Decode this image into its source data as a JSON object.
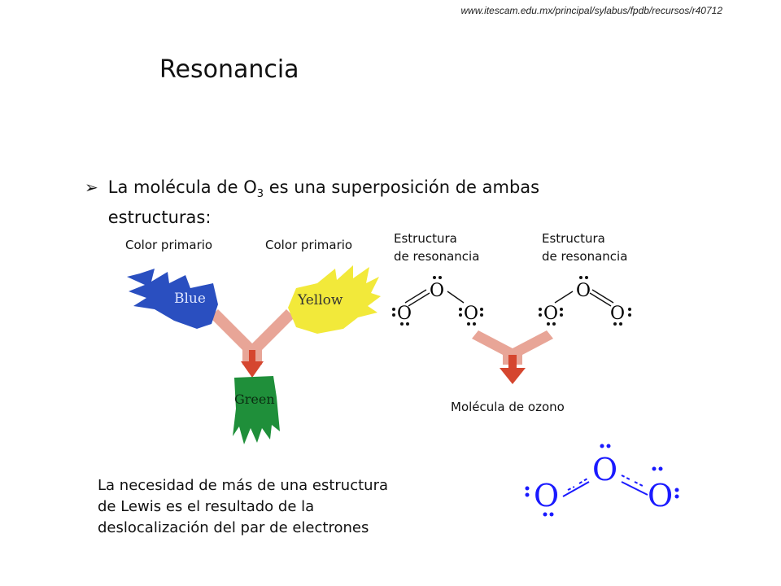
{
  "header": {
    "url": "www.itescam.edu.mx/principal/sylabus/fpdb/recursos/r40712"
  },
  "slide": {
    "title": "Resonancia",
    "bullet": {
      "prefix": "La molécula de O",
      "subscript": "3",
      "suffix": " es una superposición de ambas estructuras:"
    },
    "analogy": {
      "label_left": "Color primario",
      "label_right": "Color primario",
      "blob_blue": "Blue",
      "blob_yellow": "Yellow",
      "blob_green": "Green"
    },
    "ozone": {
      "label_left_line1": "Estructura",
      "label_left_line2": "de resonancia",
      "label_right_line1": "Estructura",
      "label_right_line2": "de resonancia",
      "caption": "Molécula de ozono",
      "atom": "O"
    },
    "paragraph": {
      "line1": "La necesidad de más de una estructura",
      "line2": "de Lewis es el resultado de la",
      "line3": "deslocalización del par de electrones"
    },
    "hybrid_atom": "O"
  },
  "colors": {
    "blue": "#2a4fc0",
    "yellow": "#f2e93a",
    "green": "#1f8f3a",
    "arrow": "#e8a597",
    "arrow_dark": "#c8432e",
    "hybrid_blue": "#1a1aff"
  }
}
